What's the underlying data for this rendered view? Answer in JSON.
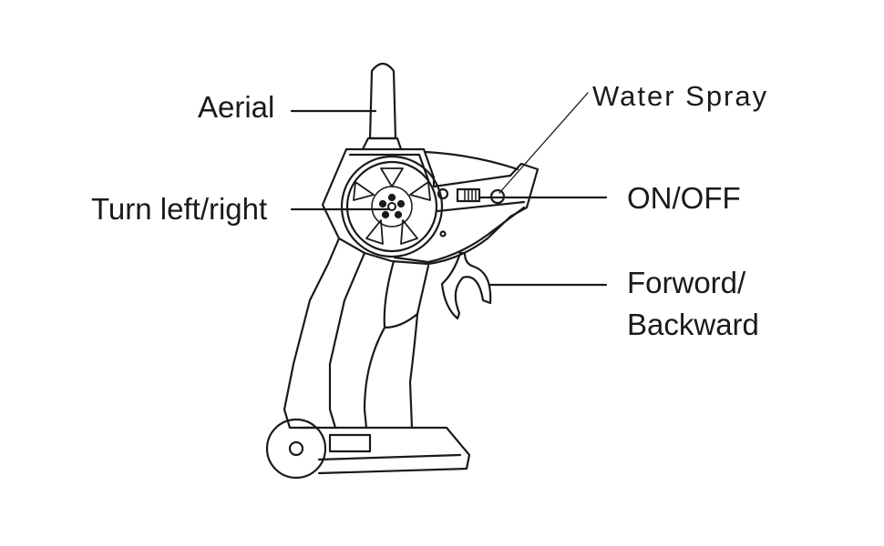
{
  "labels": {
    "aerial": "Aerial",
    "turn": "Turn left/right",
    "water_spray": "Water Spray",
    "on_off": "ON/OFF",
    "forward_line1": "Forword/",
    "forward_line2": "Backward"
  },
  "colors": {
    "ink": "#1a1a1a",
    "background": "#ffffff"
  }
}
